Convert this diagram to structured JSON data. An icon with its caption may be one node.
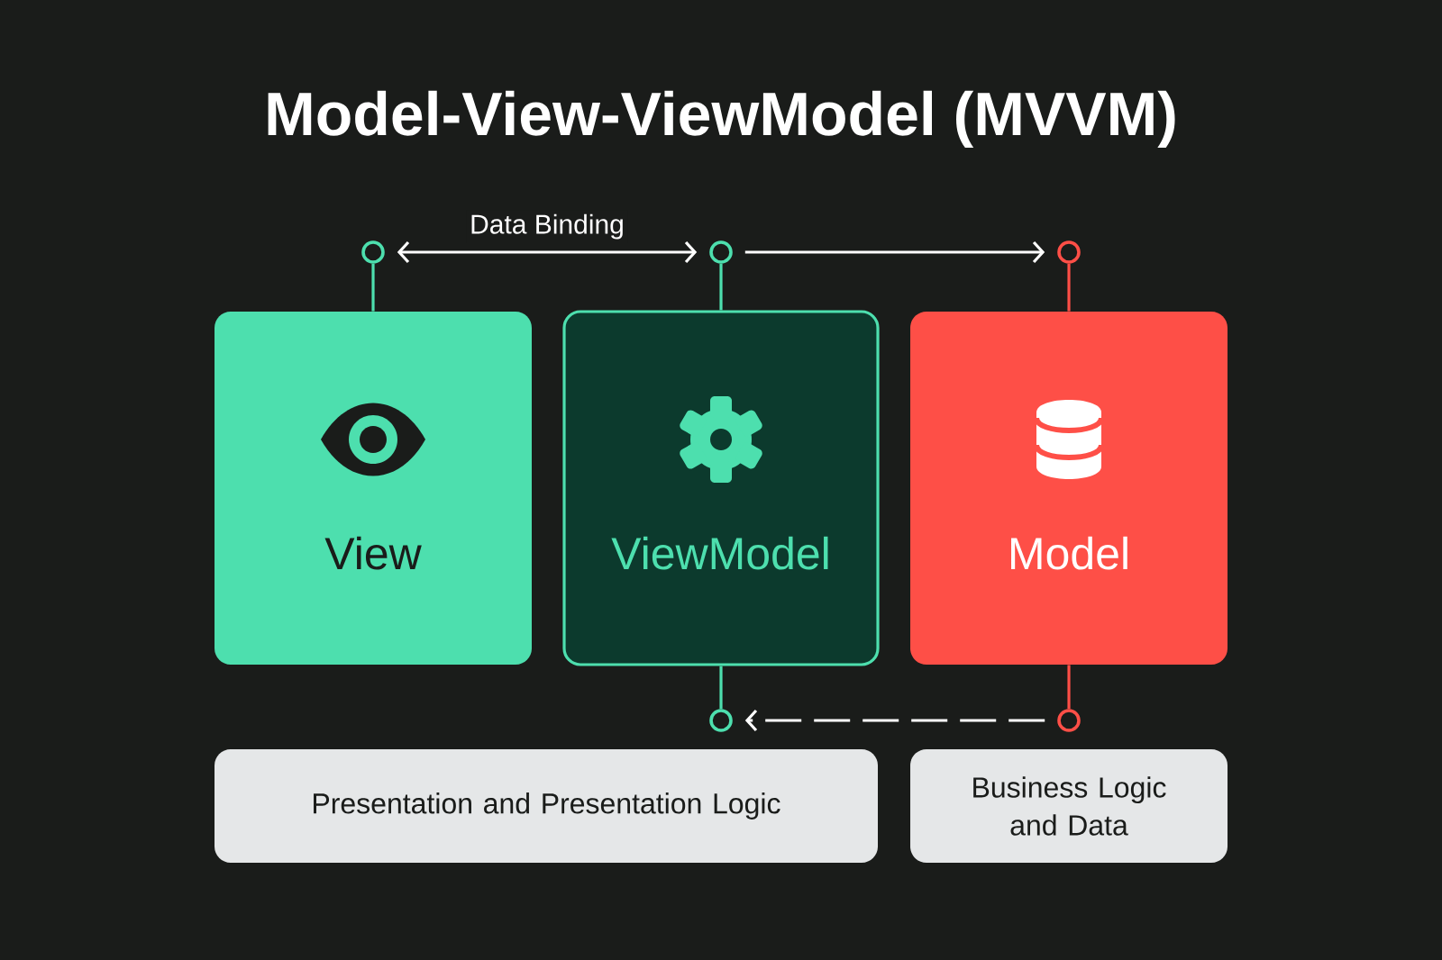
{
  "diagram": {
    "title": "Model-View-ViewModel (MVVM)",
    "nodes": [
      {
        "text": [
          "View"
        ]
      },
      {
        "text": [
          "ViewModel"
        ]
      },
      {
        "text": [
          "Model"
        ]
      },
      {
        "text": [
          "Presentation and Presentation Logic"
        ]
      },
      {
        "text": [
          "Business Logic and Data"
        ]
      },
      {
        "text": [],
        "shape": "circle"
      },
      {
        "text": [],
        "shape": "circle"
      },
      {
        "text": [],
        "shape": "circle"
      },
      {
        "text": [],
        "shape": "circle"
      },
      {
        "text": [],
        "shape": "circle"
      }
    ],
    "edges": [
      {
        "from": 0,
        "to": 5,
        "arrow": "none",
        "color": "#4ddfae"
      },
      {
        "from": 1,
        "to": 6,
        "arrow": "none",
        "color": "#4ddfae"
      },
      {
        "from": 2,
        "to": 7,
        "arrow": "none",
        "color": "#fe4f47"
      },
      {
        "from": 1,
        "to": 8,
        "arrow": "none",
        "color": "#4ddfae"
      },
      {
        "from": 2,
        "to": 9,
        "arrow": "none",
        "color": "#fe4f47"
      },
      {
        "from": 5,
        "to": 6,
        "arrow": "both",
        "label": "Data Binding",
        "color": "#ffffff"
      },
      {
        "from": 6,
        "to": 7,
        "arrow": "to",
        "color": "#ffffff"
      },
      {
        "from": 9,
        "to": 8,
        "arrow": "to",
        "style": "dashed",
        "color": "#ffffff"
      }
    ]
  }
}
